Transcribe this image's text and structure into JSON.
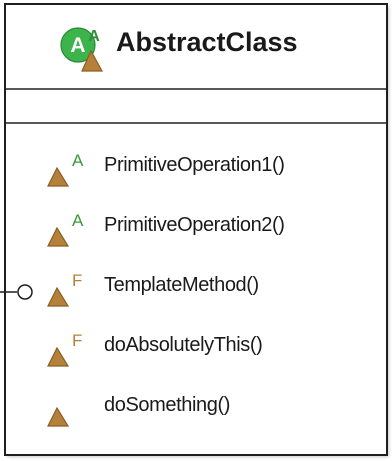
{
  "class": {
    "name": "AbstractClass",
    "icon": "abstract-class-icon",
    "stereotype_letter": "A"
  },
  "attributes": [],
  "operations": [
    {
      "name": "PrimitiveOperation1()",
      "modifier": "A",
      "icon": "protected-method-icon",
      "modifier_color": "#3a9a3a"
    },
    {
      "name": "PrimitiveOperation2()",
      "modifier": "A",
      "icon": "protected-method-icon",
      "modifier_color": "#3a9a3a"
    },
    {
      "name": "TemplateMethod()",
      "modifier": "F",
      "icon": "protected-method-icon",
      "modifier_color": "#b5813a",
      "interface_lollipop": true
    },
    {
      "name": "doAbsolutelyThis()",
      "modifier": "F",
      "icon": "protected-method-icon",
      "modifier_color": "#b5813a"
    },
    {
      "name": "doSomething()",
      "modifier": "",
      "icon": "protected-method-icon",
      "modifier_color": ""
    }
  ],
  "colors": {
    "border": "#1e1e1e",
    "divider": "#5a5a5a",
    "class_icon_green": "#3cb44b",
    "triangle_brown": "#b5813a",
    "abstract_green": "#3a9a3a"
  }
}
